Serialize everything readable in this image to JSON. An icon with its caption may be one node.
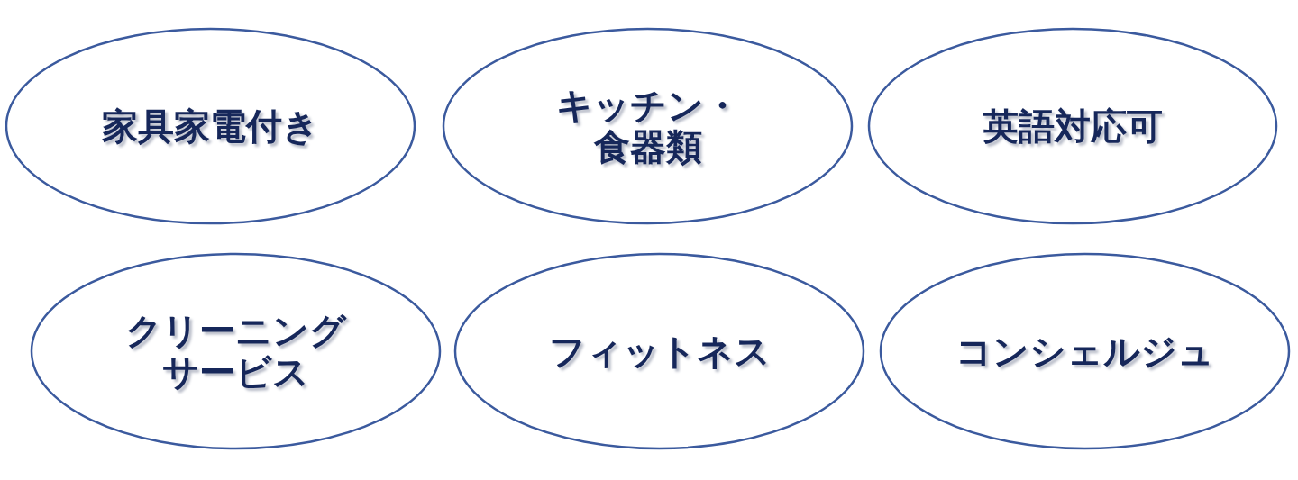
{
  "diagram": {
    "nodes": [
      {
        "text": [
          "家具家電付き"
        ]
      },
      {
        "text": [
          "キッチン・食器類"
        ]
      },
      {
        "text": [
          "英語対応可"
        ]
      },
      {
        "text": [
          "クリーニングサービス"
        ]
      },
      {
        "text": [
          "フィットネス"
        ]
      },
      {
        "text": [
          "コンシェルジュ"
        ]
      }
    ]
  }
}
